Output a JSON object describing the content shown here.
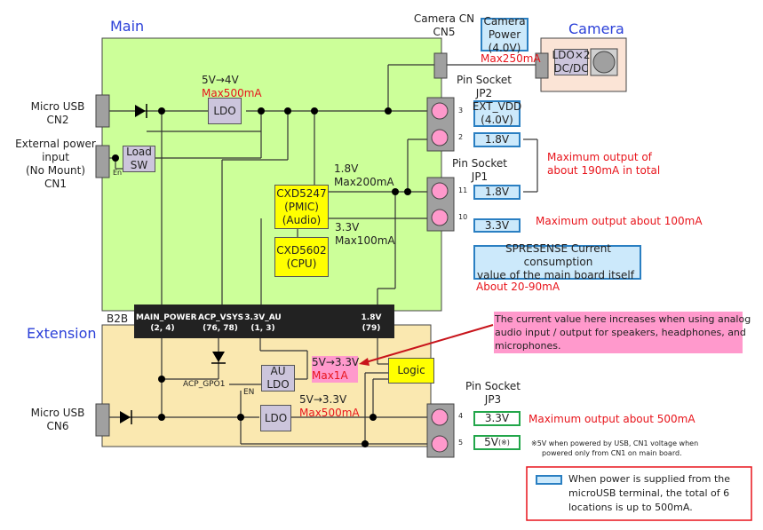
{
  "sections": {
    "main": "Main",
    "extension": "Extension",
    "camera": "Camera"
  },
  "connectors": {
    "cn2": [
      "Micro USB",
      "CN2"
    ],
    "cn1": [
      "External power",
      "input",
      "(No Mount)",
      "CN1"
    ],
    "cn5": [
      "Camera CN",
      "CN5"
    ],
    "cn6": [
      "Micro USB",
      "CN6"
    ],
    "jp2": [
      "Pin Socket",
      "JP2"
    ],
    "jp1": [
      "Pin Socket",
      "JP1"
    ],
    "jp3": [
      "Pin Socket",
      "JP3"
    ]
  },
  "main_board": {
    "ldo_label": "LDO",
    "ldo_conversion": "5V→4V",
    "ldo_max": "Max500mA",
    "load_sw": [
      "Load",
      "SW"
    ],
    "en_label": "En",
    "pmic": [
      "CXD5247",
      "(PMIC)",
      "(Audio)"
    ],
    "cpu": [
      "CXD5602",
      "(CPU)"
    ],
    "rail_18": [
      "1.8V",
      "Max200mA"
    ],
    "rail_33": [
      "3.3V",
      "Max100mA"
    ]
  },
  "camera": {
    "power_box": [
      "Camera",
      "Power",
      "(4.0V)"
    ],
    "max": "Max250mA",
    "ldo_box": [
      "LDO×2",
      "DC/DC"
    ]
  },
  "pins": {
    "jp2": [
      {
        "num": "3",
        "label": [
          "EXT_VDD",
          "(4.0V)"
        ]
      },
      {
        "num": "2",
        "label": [
          "1.8V"
        ]
      }
    ],
    "jp1": [
      {
        "num": "11",
        "label": [
          "1.8V"
        ]
      },
      {
        "num": "10",
        "label": [
          "3.3V"
        ]
      }
    ],
    "jp3": [
      {
        "num": "4",
        "label": [
          "3.3V"
        ]
      },
      {
        "num": "5",
        "label": [
          "5V",
          "(※)"
        ]
      }
    ]
  },
  "notes": {
    "total_190": [
      "Maximum output of",
      "about 190mA in total"
    ],
    "max_100": "Maximum output about 100mA",
    "consumption_box": [
      "SPRESENSE Current consumption",
      "value of the main board itself"
    ],
    "consumption_value": "About 20-90mA",
    "audio_note": [
      "The current value here increases when using analog",
      "audio input / output for speakers, headphones, and",
      "microphones."
    ],
    "max_500": "Maximum output about 500mA",
    "footnote": [
      "※5V when powered by USB, CN1 voltage when",
      "powered only from CN1 on main board."
    ],
    "legend": [
      "When power is supplied from the",
      "microUSB terminal, the total of 6",
      "locations is up to 500mA."
    ]
  },
  "b2b": {
    "label": "B2B",
    "signals": [
      {
        "name": "MAIN_POWER",
        "pins": "(2, 4)"
      },
      {
        "name": "ACP_VSYS",
        "pins": "(76, 78)"
      },
      {
        "name": "3.3V_AU",
        "pins": "(1, 3)"
      },
      {
        "name": "1.8V",
        "pins": "(79)"
      }
    ]
  },
  "extension_board": {
    "acp_gpo1": "ACP_GPO1",
    "en": "EN",
    "au_ldo": [
      "AU",
      "LDO"
    ],
    "au_conversion": "5V→3.3V",
    "au_max": "Max1A",
    "ldo_label": "LDO",
    "ldo_conversion": "5V→3.3V",
    "ldo_max": "Max500mA",
    "logic": "Logic"
  },
  "colors": {
    "main_board": "#ccff99",
    "extension_board": "#fae8b0",
    "camera_board": "#fbe4d6",
    "ldo": "#ccc5dc",
    "chip": "#ffff00",
    "pin": "#ff99cc",
    "highlight": "#ff99cc",
    "red_text": "#e8141b",
    "title_blue": "#2a3fd8"
  }
}
